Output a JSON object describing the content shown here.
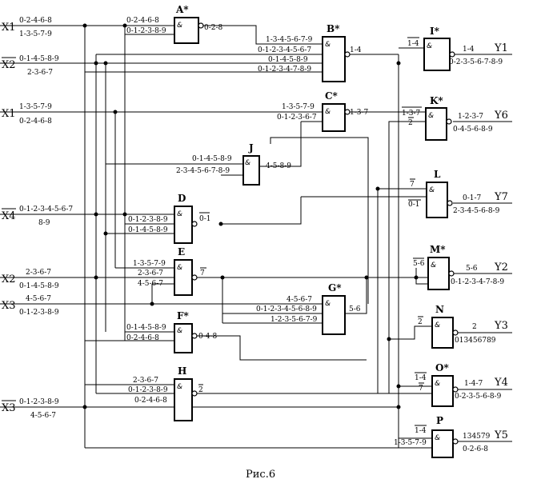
{
  "caption": "Рис.6",
  "gate_symbol": "&",
  "inputs": {
    "x1": {
      "name": "X1",
      "top": "0-2-4-6-8",
      "bottom": "1-3-5-7-9"
    },
    "x2n": {
      "name": "X2",
      "top": "0-1-4-5-8-9",
      "bottom": "2-3-6-7"
    },
    "x1b": {
      "name": "X1",
      "top": "1-3-5-7-9",
      "bottom": "0-2-4-6-8"
    },
    "x4n": {
      "name": "X4",
      "top": "0-1-2-3-4-5-6-7",
      "bottom": "8-9"
    },
    "x2": {
      "name": "X2",
      "top": "2-3-6-7",
      "bottom": "0-1-4-5-8-9"
    },
    "x3": {
      "name": "X3",
      "top": "4-5-6-7",
      "bottom": "0-1-2-3-8-9"
    },
    "x3n": {
      "name": "X3",
      "top": "0-1-2-3-8-9",
      "bottom": "4-5-6-7"
    }
  },
  "gates": {
    "A": {
      "name": "A*",
      "in1": "0-2-4-6-8",
      "in2": "0-1-2-3-8-9",
      "out": "0-2-8"
    },
    "B": {
      "name": "B*",
      "in1": "1-3-4-5-6-7-9",
      "in2": "0-1-2-3-4-5-6-7",
      "in3": "0-1-4-5-8-9",
      "in4": "0-1-2-3-4-7-8-9",
      "out": "1-4"
    },
    "C": {
      "name": "C*",
      "in1": "1-3-5-7-9",
      "in2": "0-1-2-3-6-7",
      "out": "1-3-7"
    },
    "J": {
      "name": "J",
      "in1": "0-1-4-5-8-9",
      "in2": "2-3-4-5-6-7-8-9",
      "out": "4-5-8-9"
    },
    "D": {
      "name": "D",
      "in1": "0-1-2-3-8-9",
      "in2": "0-1-4-5-8-9",
      "out": "0-1"
    },
    "E": {
      "name": "E",
      "in1": "1-3-5-7-9",
      "in2": "2-3-6-7",
      "in3": "4-5-6-7",
      "out": "7"
    },
    "F": {
      "name": "F*",
      "in1": "0-1-4-5-8-9",
      "in2": "0-2-4-6-8",
      "out": "0-4-8"
    },
    "G": {
      "name": "G*",
      "in1": "4-5-6-7",
      "in2": "0-1-2-3-4-5-6-8-9",
      "in3": "1-2-3-5-6-7-9",
      "out": "5-6"
    },
    "H": {
      "name": "H",
      "in1": "2-3-6-7",
      "in2": "0-1-2-3-8-9",
      "in3": "0-2-4-6-8",
      "out": "2"
    },
    "I": {
      "name": "I*",
      "in1": "1-4",
      "out": "1-4",
      "y": "Y1",
      "y_bottom": "0-2-3-5-6-7-8-9"
    },
    "K": {
      "name": "K*",
      "in1": "1-3-7",
      "in2": "2",
      "out": "1-2-3-7",
      "y": "Y6",
      "y_bottom": "0-4-5-6-8-9"
    },
    "L": {
      "name": "L",
      "in1": "7",
      "in2": "0-1",
      "out": "0-1-7",
      "y": "Y7",
      "y_bottom": "2-3-4-5-6-8-9"
    },
    "M": {
      "name": "M*",
      "in1": "5-6",
      "out": "5-6",
      "y": "Y2",
      "y_bottom": "0-1-2-3-4-7-8-9"
    },
    "N": {
      "name": "N",
      "in1": "2",
      "out": "2",
      "y": "Y3",
      "y_bottom": "013456789"
    },
    "O": {
      "name": "O*",
      "in1": "1-4",
      "in2": "7",
      "out": "1-4-7",
      "y": "Y4",
      "y_bottom": "0-2-3-5-6-8-9"
    },
    "P": {
      "name": "P",
      "in1": "1-4",
      "in2": "1-3-5-7-9",
      "out": "134579",
      "y": "Y5",
      "y_bottom": "0-2-6-8"
    }
  }
}
